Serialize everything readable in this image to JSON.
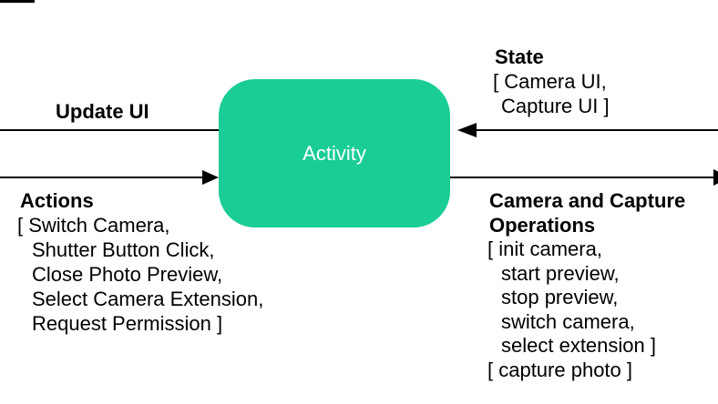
{
  "node": {
    "label": "Activity"
  },
  "colors": {
    "node_fill": "#1ACD96",
    "node_label": "#FFFFFF",
    "arrow": "#000000",
    "text": "#000000",
    "background": "#FFFFFF"
  },
  "blocks": {
    "update_ui": {
      "title": "Update UI"
    },
    "state": {
      "title": "State",
      "lines": [
        "[ Camera UI,",
        "Capture UI ]"
      ]
    },
    "actions": {
      "title": "Actions",
      "lines": [
        "[ Switch Camera,",
        "Shutter Button Click,",
        "Close Photo Preview,",
        "Select Camera Extension,",
        "Request Permission ]"
      ]
    },
    "camera_ops": {
      "title_line1": "Camera and Capture",
      "title_line2": "Operations",
      "lines": [
        "[ init camera,",
        "start preview,",
        "stop preview,",
        "switch camera,",
        "select extension ]",
        "[ capture photo ]"
      ]
    }
  },
  "arrows": {
    "update_ui": "points left, out of Activity (head cropped at left edge)",
    "actions": "points right, into Activity",
    "state": "points left, into Activity",
    "camera_ops": "points right, out of Activity (head cropped at right edge)"
  }
}
